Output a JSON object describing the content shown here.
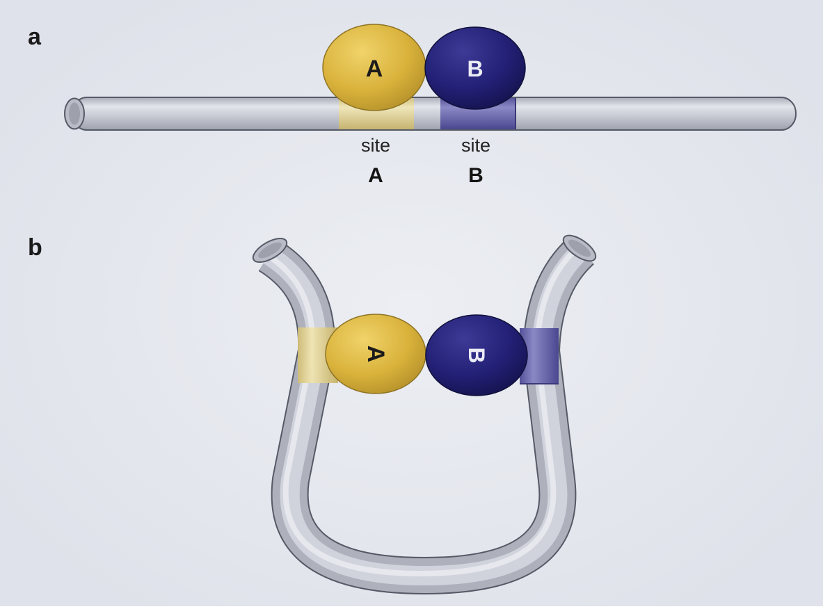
{
  "panels": {
    "a": {
      "label": "a",
      "protein_a_label": "A",
      "protein_b_label": "B",
      "site_a": {
        "word": "site",
        "letter": "A"
      },
      "site_b": {
        "word": "site",
        "letter": "B"
      }
    },
    "b": {
      "label": "b",
      "protein_a_label": "A",
      "protein_b_label": "B"
    }
  },
  "colors": {
    "background": "#e6e9ef",
    "dna_tube": "#c6c9d3",
    "protein_a": "#d8b23c",
    "protein_b": "#232076",
    "site_a_band": "#e6d898",
    "site_b_band": "#6b68ad"
  }
}
